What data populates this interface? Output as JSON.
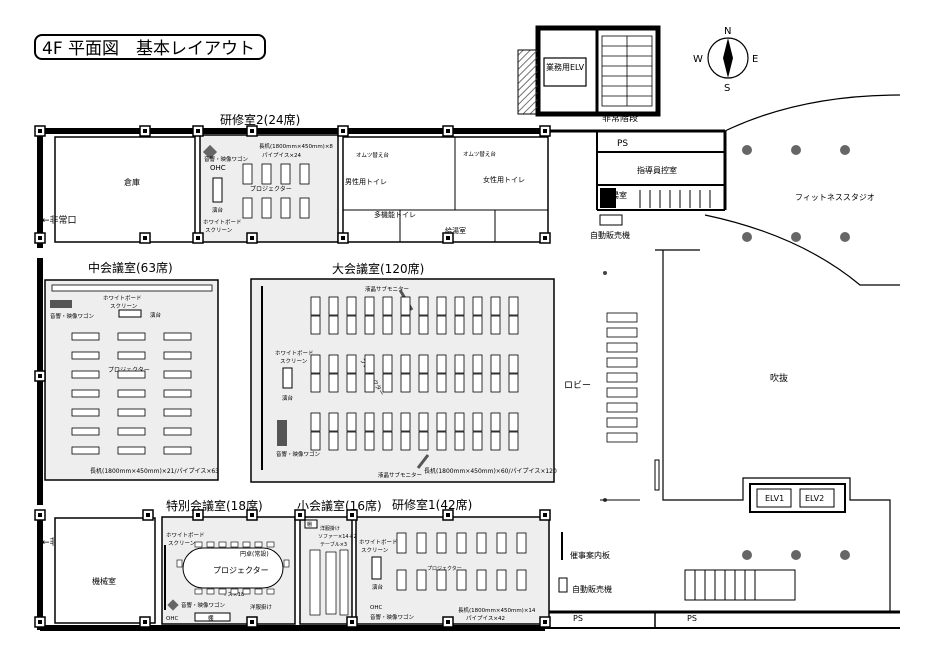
{
  "title": "4F 平面図　基本レイアウト",
  "compass": {
    "n": "N",
    "s": "S",
    "e": "E",
    "w": "W"
  },
  "rooms": {
    "kenshu2": "研修室2(24席)",
    "chu": "中会議室(63席)",
    "dai": "大会議室(120席)",
    "tokubetsu": "特別会議室(18席)",
    "sho": "小会議室(16席)",
    "kenshu1": "研修室1(42席)",
    "souko": "倉庫",
    "kikai": "機械室",
    "fitness": "フィットネススタジオ",
    "shidouin": "指導員控室",
    "fukinuke": "吹抜",
    "lobby": "ロビー",
    "kyuto": "給湯室",
    "kyuto2": "給湯室",
    "hijokaidan": "非常階段",
    "gyomu_elv": "業務用ELV",
    "ps1": "PS",
    "ps2": "PS",
    "ps3": "PS",
    "elv1": "ELV1",
    "elv2": "ELV2"
  },
  "toilets": {
    "men": "男性用トイレ",
    "women": "女性用トイレ",
    "multi": "多機能トイレ",
    "omutsu1": "オムツ替え台",
    "omutsu2": "オムツ替え台"
  },
  "labels": {
    "exit1": "←非常口",
    "exit2": "←非常口",
    "vending1": "自動販売機",
    "vending2": "自動販売機",
    "notice": "催事案内板"
  },
  "kenshu2_items": {
    "av": "音響・映像ワゴン",
    "ohc": "OHC",
    "desk": "長机(1800mm×450mm)×8",
    "chairs": "パイプイス×24",
    "projector": "プロジェクター",
    "podium": "演台",
    "board": "ホワイトボード",
    "screen": "スクリーン"
  },
  "chu_items": {
    "board": "ホワイトボード",
    "screen": "スクリーン",
    "av": "音響・映像ワゴン",
    "podium": "演台",
    "projector": "プロジェクター",
    "note": "長机(1800mm×450mm)×21/パイプイス×63"
  },
  "dai_items": {
    "monitor1": "液晶サブモニター",
    "monitor2": "液晶サブモニター",
    "board": "ホワイトボード",
    "screen": "スクリーン",
    "podium": "演台",
    "projector": "プロジェクター",
    "av": "音響・映像ワゴン",
    "note": "長机(1800mm×450mm)×60/パイプイス×120"
  },
  "toku_items": {
    "board": "ホワイトボード",
    "screen": "スクリーン",
    "table": "円卓(常設)",
    "projector": "プロジェクター",
    "chairs": "イス×18",
    "av": "音響・映像ワゴン",
    "ohc": "OHC",
    "cabinet": "棚",
    "hanger": "洋服掛け"
  },
  "sho_items": {
    "shelf": "棚",
    "hanger": "洋服掛け",
    "sofa": "ソファー×14＋2",
    "table": "テーブル×3"
  },
  "kenshu1_items": {
    "board": "ホワイトボード",
    "screen": "スクリーン",
    "podium": "演台",
    "projector": "プロジェクター",
    "ohc": "OHC",
    "av": "音響・映像ワゴン",
    "desk": "長机(1800mm×450mm)×14",
    "chairs": "パイプイス×42"
  }
}
